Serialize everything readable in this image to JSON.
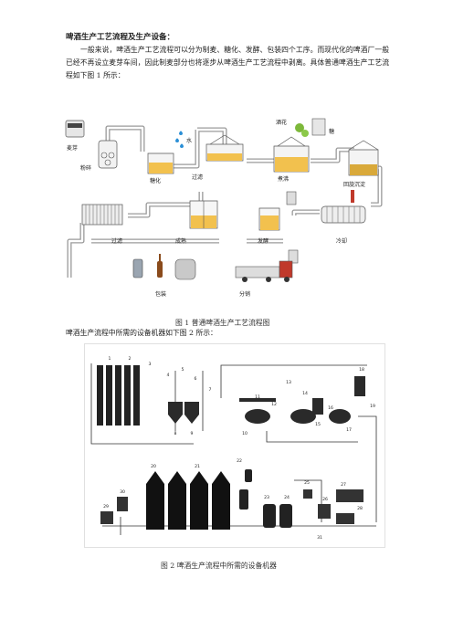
{
  "heading": "啤酒生产工艺流程及生产设备：",
  "intro": "一般来说，啤酒生产工艺流程可以分为制麦、糖化、发酵、包装四个工序。而现代化的啤酒厂一般已经不再设立麦芽车间，因此制麦部分也将逐步从啤酒生产工艺流程中剥离。具体普通啤酒生产工艺流程如下图 1 所示：",
  "figure1": {
    "caption": "图 1 普通啤酒生产工艺流程图",
    "labels": {
      "malt": "麦芽",
      "crush": "粉碎",
      "water": "水",
      "mash": "糖化",
      "lauter": "过滤",
      "boil": "煮沸",
      "hops": "酒花",
      "sugar": "糖",
      "whirlpool": "回旋沉淀",
      "filter": "过滤",
      "mature": "成熟",
      "ferment": "发酵",
      "cool": "冷却",
      "package": "包装",
      "distribute": "分销"
    }
  },
  "line2": "啤酒生产流程中所需的设备机器如下图 2 所示：",
  "figure2": {
    "caption": "图 2  啤酒生产流程中所需的设备机器",
    "numbers": [
      "1",
      "2",
      "3",
      "4",
      "5",
      "6",
      "7",
      "8",
      "9",
      "10",
      "11",
      "12",
      "13",
      "14",
      "15",
      "16",
      "17",
      "18",
      "19",
      "20",
      "21",
      "22",
      "23",
      "24",
      "25",
      "26",
      "27",
      "28",
      "29",
      "30",
      "31"
    ]
  }
}
